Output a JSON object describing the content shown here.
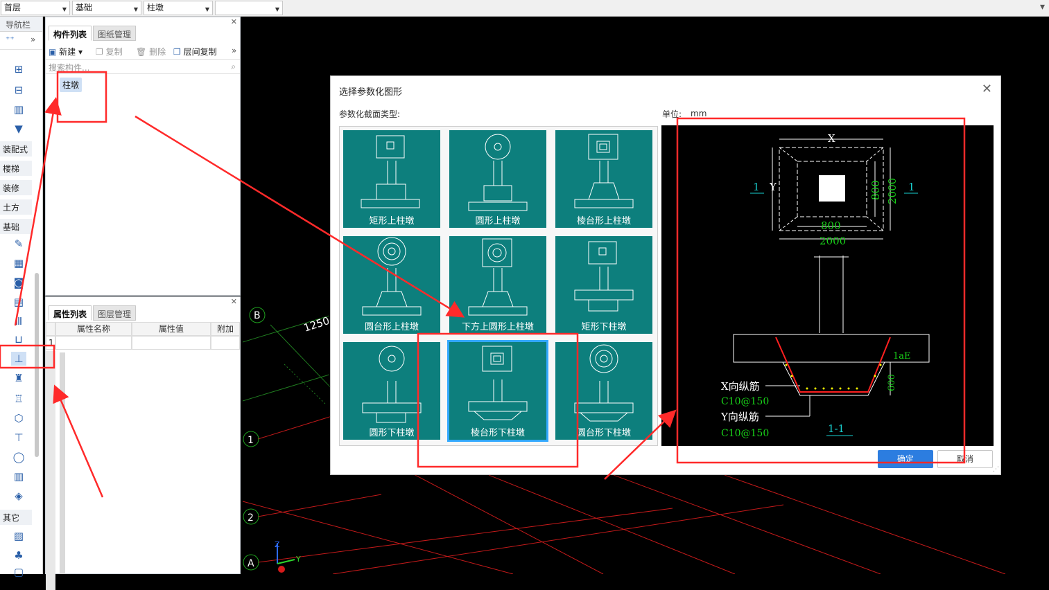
{
  "topbar": {
    "floor": "首层",
    "category": "基础",
    "type": "柱墩",
    "extra": ""
  },
  "nav": {
    "header": "导航栏",
    "sections": [
      {
        "label": "装配式 ",
        "top": 0
      },
      {
        "label": "楼梯"
      },
      {
        "label": "装修"
      },
      {
        "label": "土方"
      },
      {
        "label": "基础"
      },
      {
        "label": "其它"
      }
    ]
  },
  "complist": {
    "tabs": [
      "构件列表",
      "图纸管理"
    ],
    "tools": {
      "new": "新建",
      "copy": "复制",
      "delete": "删除",
      "floor_copy": "层间复制"
    },
    "search_placeholder": "搜索构件...",
    "items": [
      "柱墩"
    ]
  },
  "proplist": {
    "tabs": [
      "属性列表",
      "图层管理"
    ],
    "columns": [
      "属性名称",
      "属性值",
      "附加"
    ],
    "rows": [
      {
        "index": "1",
        "name": "",
        "value": "",
        "extra": ""
      }
    ]
  },
  "canvas": {
    "axis_labels": {
      "b": "B",
      "one": "1",
      "two": "2",
      "a": "A"
    },
    "dimension": "1250",
    "axis_x": "Y",
    "axis_z": "Z"
  },
  "dialog": {
    "title": "选择参数化图形",
    "section_label": "参数化截面类型:",
    "unit_label": "单位:",
    "unit_value": "mm",
    "tiles": [
      {
        "caption": "矩形上柱墩",
        "shape": "rect-up"
      },
      {
        "caption": "圆形上柱墩",
        "shape": "circle-up"
      },
      {
        "caption": "棱台形上柱墩",
        "shape": "frustum-up"
      },
      {
        "caption": "圆台形上柱墩",
        "shape": "cone-up"
      },
      {
        "caption": "下方上圆形上柱墩",
        "shape": "sq-circle-up"
      },
      {
        "caption": "矩形下柱墩",
        "shape": "rect-down"
      },
      {
        "caption": "圆形下柱墩",
        "shape": "circle-down"
      },
      {
        "caption": "棱台形下柱墩",
        "shape": "frustum-down"
      },
      {
        "caption": "圆台形下柱墩",
        "shape": "cone-down"
      }
    ],
    "selected_index": 7,
    "preview": {
      "dim_x": "X",
      "dim_y": "Y",
      "dim_800_h": "800",
      "dim_2000_h": "2000",
      "dim_800_v": "800",
      "dim_2000_v": "2000",
      "section_mark": "1",
      "lae": "1aE",
      "depth": "600",
      "x_bar_label": "X向纵筋",
      "x_bar_value": "C10@150",
      "y_bar_label": "Y向纵筋",
      "y_bar_value": "C10@150",
      "section_title": "1-1"
    },
    "ok": "确定",
    "cancel": "取消"
  },
  "colors": {
    "teal_tile": "#0d7f7d",
    "selection": "#33a8ff",
    "annotation_red": "#ff2a2a",
    "ok_blue": "#2c7de0"
  }
}
